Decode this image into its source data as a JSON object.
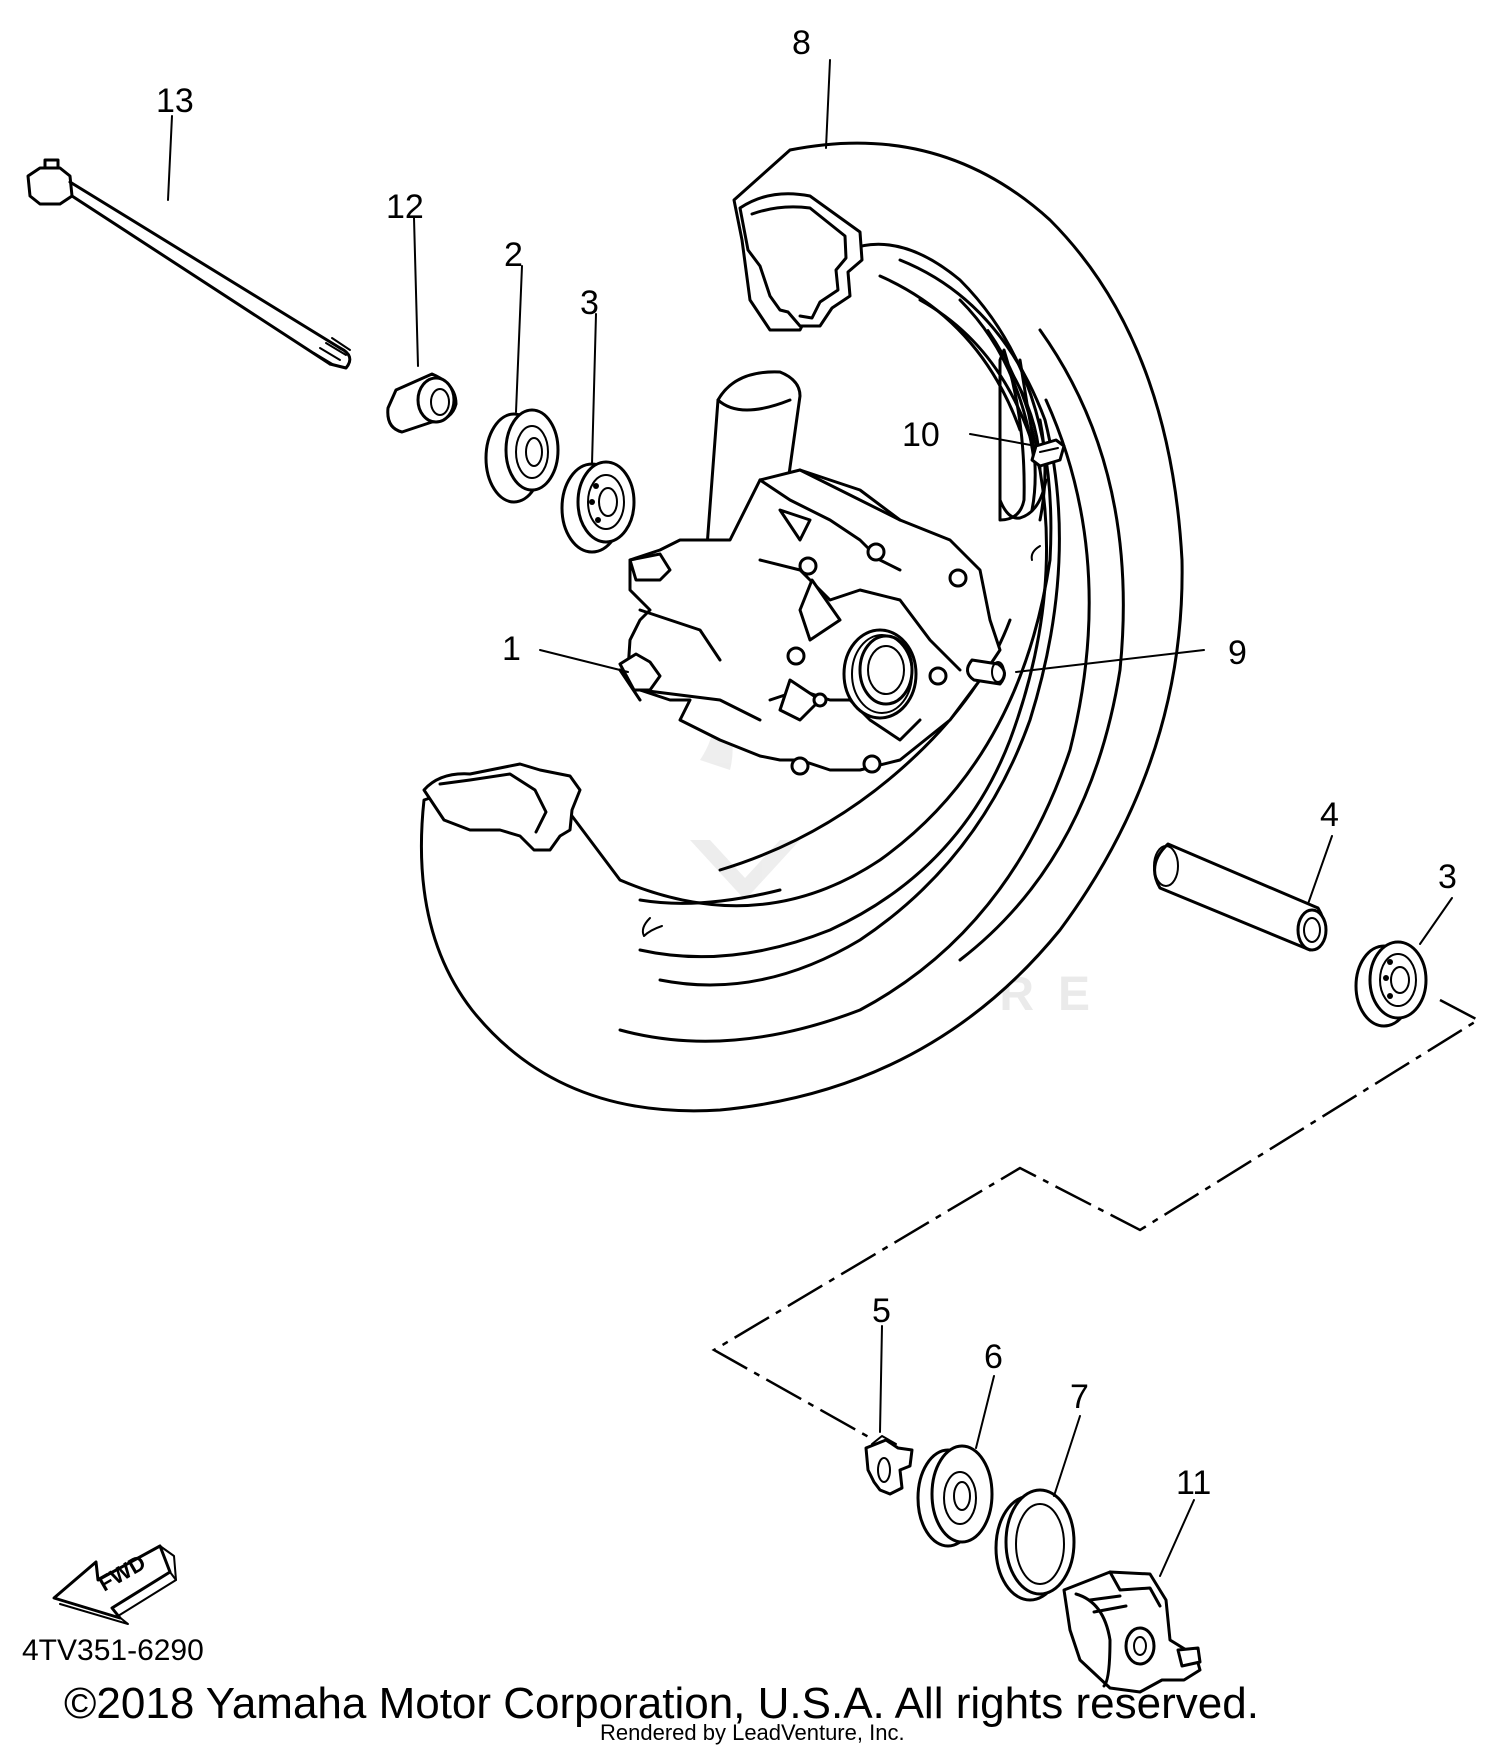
{
  "diagram": {
    "part_numbers": {
      "p1": "1",
      "p2": "2",
      "p3a": "3",
      "p3b": "3",
      "p4": "4",
      "p5": "5",
      "p6": "6",
      "p7": "7",
      "p8": "8",
      "p9": "9",
      "p10": "10",
      "p11": "11",
      "p12": "12",
      "p13": "13"
    },
    "fwd_label": "FWD",
    "diagram_code": "4TV351-6290",
    "copyright": "©2018 Yamaha Motor Corporation, U.S.A. All rights reserved.",
    "rendered_by": "Rendered by LeadVenture, Inc.",
    "watermark": "LEADVENTURE"
  }
}
